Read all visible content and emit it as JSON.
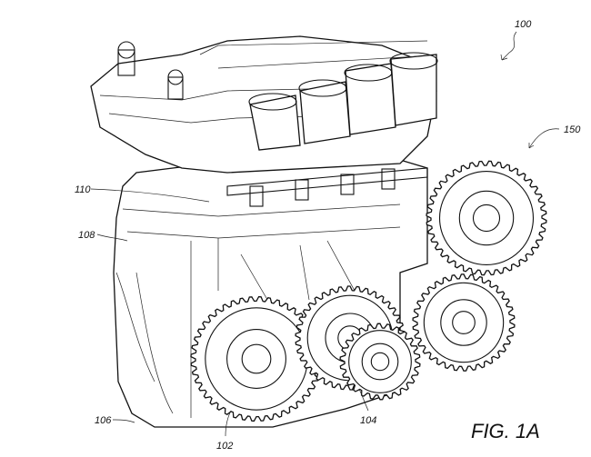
{
  "figure": {
    "title": "FIG. 1A",
    "reference_numerals": {
      "engine_assembly": "100",
      "gear_train": "150",
      "cylinder_head": "110",
      "engine_block": "108",
      "crankcase_cover": "106",
      "crank_gear": "102",
      "idler_gear": "104"
    }
  }
}
